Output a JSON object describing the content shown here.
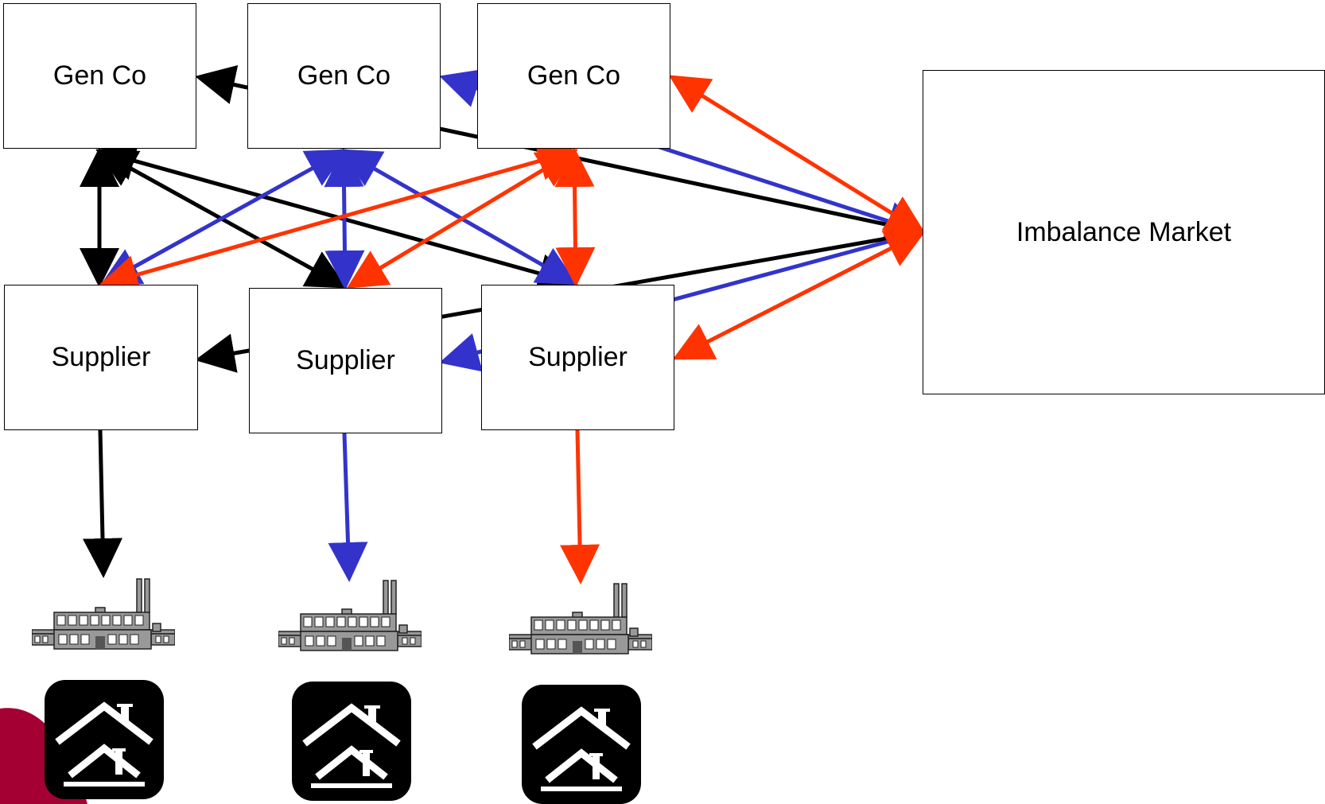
{
  "gencos": [
    "Gen Co",
    "Gen Co",
    "Gen Co"
  ],
  "suppliers": [
    "Supplier",
    "Supplier",
    "Supplier"
  ],
  "market": "Imbalance Market",
  "colors": {
    "black": "#000000",
    "blue": "#3333cc",
    "red": "#ff3300",
    "brand": "#a50034"
  },
  "icons": [
    "factory-icon",
    "house-icon"
  ]
}
